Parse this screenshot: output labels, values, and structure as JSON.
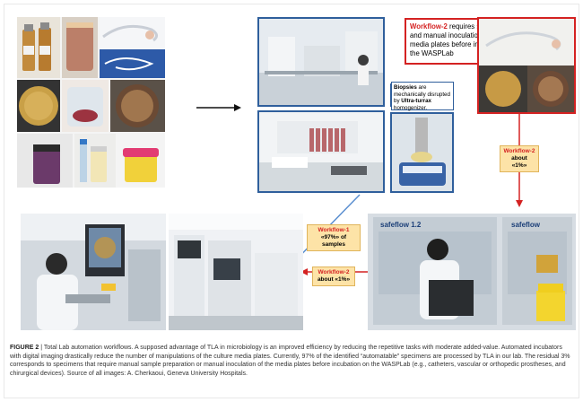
{
  "workflow2_box": {
    "title": "Workflow-2",
    "text": " requires sample Prep and manual inoculation of the media plates before incubation on the WASPLab"
  },
  "biopsy_note": {
    "bold": "Biopsies",
    "text": " are mechanically disrupted by ",
    "bold2": "Ultra-turrax",
    "text2": " homogenizer."
  },
  "callout_right": {
    "line1": "Workflow-2",
    "line2": "about «1%»"
  },
  "callout_mid_1": {
    "line1": "Workflow-1",
    "line2": "«97%» of samples"
  },
  "callout_mid_2": {
    "line1": "Workflow-2",
    "line2": "about «1%»"
  },
  "cabinet_logo_1": "safeflow 1.2",
  "cabinet_logo_2": "safeflow",
  "caption": {
    "label": "FIGURE 2",
    "text": " | Total Lab automation workflows. A supposed advantage of TLA in microbiology is an improved efficiency by reducing the repetitive tasks with moderate added-value. Automated incubators with digital imaging drastically reduce the number of manipulations of the culture media plates. Currently, 97% of the identified “automatable” specimens are processed by TLA in our lab. The residual 3% corresponds to specimens that require manual sample preparation or manual inoculation of the media plates before incubation on the WASPLab (e.g., catheters, vascular or orthopedic prostheses, and chirurgical devices). Source of all images: A. Cherkaoui, Geneva University Hospitals."
  },
  "colors": {
    "blue_frame": "#2f5f9c",
    "red_frame": "#d42222",
    "callout_fill": "#fde3a7",
    "arrow_black": "#111111",
    "arrow_blue": "#5b8fd0",
    "arrow_red": "#d42222"
  }
}
